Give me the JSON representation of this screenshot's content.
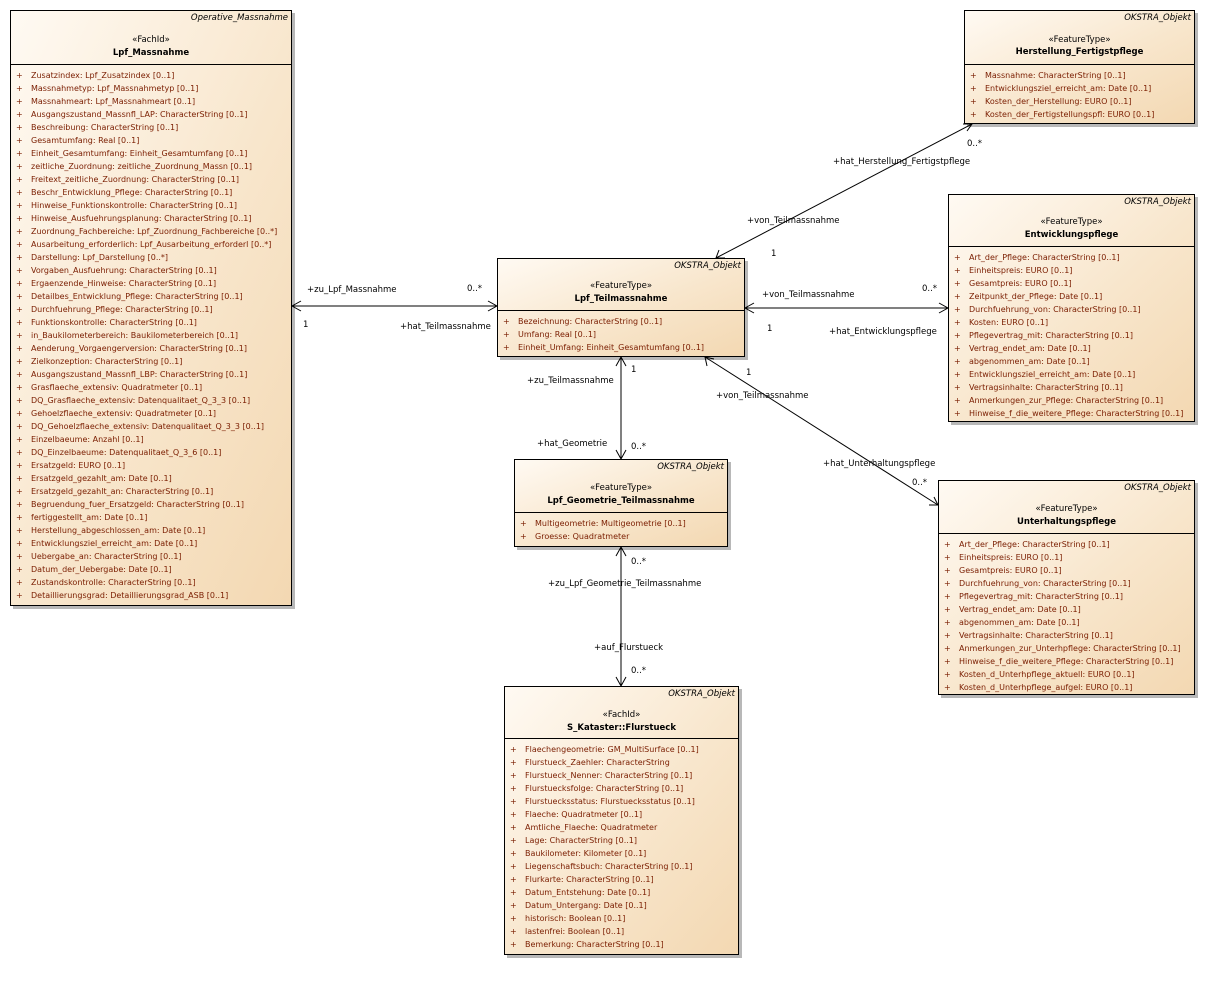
{
  "classes": {
    "lpf_massnahme": {
      "parent": "Operative_Massnahme",
      "stereotype": "«FachId»",
      "name": "Lpf_Massnahme",
      "attributes": [
        {
          "vis": "+",
          "text": "Zusatzindex: Lpf_Zusatzindex [0..1]"
        },
        {
          "vis": "+",
          "text": "Massnahmetyp: Lpf_Massnahmetyp [0..1]"
        },
        {
          "vis": "+",
          "text": "Massnahmeart: Lpf_Massnahmeart [0..1]"
        },
        {
          "vis": "+",
          "text": "Ausgangszustand_Massnfl_LAP: CharacterString [0..1]"
        },
        {
          "vis": "+",
          "text": "Beschreibung: CharacterString [0..1]"
        },
        {
          "vis": "+",
          "text": "Gesamtumfang: Real [0..1]"
        },
        {
          "vis": "+",
          "text": "Einheit_Gesamtumfang: Einheit_Gesamtumfang [0..1]"
        },
        {
          "vis": "+",
          "text": "zeitliche_Zuordnung: zeitliche_Zuordnung_Massn [0..1]"
        },
        {
          "vis": "+",
          "text": "Freitext_zeitliche_Zuordnung: CharacterString [0..1]"
        },
        {
          "vis": "+",
          "text": "Beschr_Entwicklung_Pflege: CharacterString [0..1]"
        },
        {
          "vis": "+",
          "text": "Hinweise_Funktionskontrolle: CharacterString [0..1]"
        },
        {
          "vis": "+",
          "text": "Hinweise_Ausfuehrungsplanung: CharacterString [0..1]"
        },
        {
          "vis": "+",
          "text": "Zuordnung_Fachbereiche: Lpf_Zuordnung_Fachbereiche [0..*]"
        },
        {
          "vis": "+",
          "text": "Ausarbeitung_erforderlich: Lpf_Ausarbeitung_erforderl [0..*]"
        },
        {
          "vis": "+",
          "text": "Darstellung: Lpf_Darstellung [0..*]"
        },
        {
          "vis": "+",
          "text": "Vorgaben_Ausfuehrung: CharacterString [0..1]"
        },
        {
          "vis": "+",
          "text": "Ergaenzende_Hinweise: CharacterString [0..1]"
        },
        {
          "vis": "+",
          "text": "Detailbes_Entwicklung_Pflege: CharacterString [0..1]"
        },
        {
          "vis": "+",
          "text": "Durchfuehrung_Pflege: CharacterString [0..1]"
        },
        {
          "vis": "+",
          "text": "Funktionskontrolle: CharacterString [0..1]"
        },
        {
          "vis": "+",
          "text": "in_Baukilometerbereich: Baukilometerbereich [0..1]"
        },
        {
          "vis": "+",
          "text": "Aenderung_Vorgaengerversion: CharacterString [0..1]"
        },
        {
          "vis": "+",
          "text": "Zielkonzeption: CharacterString [0..1]"
        },
        {
          "vis": "+",
          "text": "Ausgangszustand_Massnfl_LBP: CharacterString [0..1]"
        },
        {
          "vis": "+",
          "text": "Grasflaeche_extensiv: Quadratmeter [0..1]"
        },
        {
          "vis": "+",
          "text": "DQ_Grasflaeche_extensiv: Datenqualitaet_Q_3_3 [0..1]"
        },
        {
          "vis": "+",
          "text": "Gehoelzflaeche_extensiv: Quadratmeter [0..1]"
        },
        {
          "vis": "+",
          "text": "DQ_Gehoelzflaeche_extensiv: Datenqualitaet_Q_3_3 [0..1]"
        },
        {
          "vis": "+",
          "text": "Einzelbaeume: Anzahl [0..1]"
        },
        {
          "vis": "+",
          "text": "DQ_Einzelbaeume: Datenqualitaet_Q_3_6 [0..1]"
        },
        {
          "vis": "+",
          "text": "Ersatzgeld: EURO [0..1]"
        },
        {
          "vis": "+",
          "text": "Ersatzgeld_gezahlt_am: Date [0..1]"
        },
        {
          "vis": "+",
          "text": "Ersatzgeld_gezahlt_an: CharacterString [0..1]"
        },
        {
          "vis": "+",
          "text": "Begruendung_fuer_Ersatzgeld: CharacterString [0..1]"
        },
        {
          "vis": "+",
          "text": "fertiggestellt_am: Date [0..1]"
        },
        {
          "vis": "+",
          "text": "Herstellung_abgeschlossen_am: Date [0..1]"
        },
        {
          "vis": "+",
          "text": "Entwicklungsziel_erreicht_am: Date [0..1]"
        },
        {
          "vis": "+",
          "text": "Uebergabe_an: CharacterString [0..1]"
        },
        {
          "vis": "+",
          "text": "Datum_der_Uebergabe: Date [0..1]"
        },
        {
          "vis": "+",
          "text": "Zustandskontrolle: CharacterString [0..1]"
        },
        {
          "vis": "+",
          "text": "Detaillierungsgrad: Detaillierungsgrad_ASB [0..1]"
        }
      ]
    },
    "herstellung_fertigstpflege": {
      "parent": "OKSTRA_Objekt",
      "stereotype": "«FeatureType»",
      "name": "Herstellung_Fertigstpflege",
      "attributes": [
        {
          "vis": "+",
          "text": "Massnahme: CharacterString [0..1]"
        },
        {
          "vis": "+",
          "text": "Entwicklungsziel_erreicht_am: Date [0..1]"
        },
        {
          "vis": "+",
          "text": "Kosten_der_Herstellung: EURO [0..1]"
        },
        {
          "vis": "+",
          "text": "Kosten_der_Fertigstellungspfl: EURO [0..1]"
        }
      ]
    },
    "entwicklungspflege": {
      "parent": "OKSTRA_Objekt",
      "stereotype": "«FeatureType»",
      "name": "Entwicklungspflege",
      "attributes": [
        {
          "vis": "+",
          "text": "Art_der_Pflege: CharacterString [0..1]"
        },
        {
          "vis": "+",
          "text": "Einheitspreis: EURO [0..1]"
        },
        {
          "vis": "+",
          "text": "Gesamtpreis: EURO [0..1]"
        },
        {
          "vis": "+",
          "text": "Zeitpunkt_der_Pflege: Date [0..1]"
        },
        {
          "vis": "+",
          "text": "Durchfuehrung_von: CharacterString [0..1]"
        },
        {
          "vis": "+",
          "text": "Kosten: EURO [0..1]"
        },
        {
          "vis": "+",
          "text": "Pflegevertrag_mit: CharacterString [0..1]"
        },
        {
          "vis": "+",
          "text": "Vertrag_endet_am: Date [0..1]"
        },
        {
          "vis": "+",
          "text": "abgenommen_am: Date [0..1]"
        },
        {
          "vis": "+",
          "text": "Entwicklungsziel_erreicht_am: Date [0..1]"
        },
        {
          "vis": "+",
          "text": "Vertragsinhalte: CharacterString [0..1]"
        },
        {
          "vis": "+",
          "text": "Anmerkungen_zur_Pflege: CharacterString [0..1]"
        },
        {
          "vis": "+",
          "text": "Hinweise_f_die_weitere_Pflege: CharacterString [0..1]"
        }
      ]
    },
    "lpf_teilmassnahme": {
      "parent": "OKSTRA_Objekt",
      "stereotype": "«FeatureType»",
      "name": "Lpf_Teilmassnahme",
      "attributes": [
        {
          "vis": "+",
          "text": "Bezeichnung: CharacterString [0..1]"
        },
        {
          "vis": "+",
          "text": "Umfang: Real [0..1]"
        },
        {
          "vis": "+",
          "text": "Einheit_Umfang: Einheit_Gesamtumfang [0..1]"
        }
      ]
    },
    "lpf_geometrie_teilmassnahme": {
      "parent": "OKSTRA_Objekt",
      "stereotype": "«FeatureType»",
      "name": "Lpf_Geometrie_Teilmassnahme",
      "attributes": [
        {
          "vis": "+",
          "text": "Multigeometrie: Multigeometrie [0..1]"
        },
        {
          "vis": "+",
          "text": "Groesse: Quadratmeter"
        }
      ]
    },
    "unterhaltungspflege": {
      "parent": "OKSTRA_Objekt",
      "stereotype": "«FeatureType»",
      "name": "Unterhaltungspflege",
      "attributes": [
        {
          "vis": "+",
          "text": "Art_der_Pflege: CharacterString [0..1]"
        },
        {
          "vis": "+",
          "text": "Einheitspreis: EURO [0..1]"
        },
        {
          "vis": "+",
          "text": "Gesamtpreis: EURO [0..1]"
        },
        {
          "vis": "+",
          "text": "Durchfuehrung_von: CharacterString [0..1]"
        },
        {
          "vis": "+",
          "text": "Pflegevertrag_mit: CharacterString [0..1]"
        },
        {
          "vis": "+",
          "text": "Vertrag_endet_am: Date [0..1]"
        },
        {
          "vis": "+",
          "text": "abgenommen_am: Date [0..1]"
        },
        {
          "vis": "+",
          "text": "Vertragsinhalte: CharacterString [0..1]"
        },
        {
          "vis": "+",
          "text": "Anmerkungen_zur_Unterhpflege: CharacterString [0..1]"
        },
        {
          "vis": "+",
          "text": "Hinweise_f_die_weitere_Pflege: CharacterString [0..1]"
        },
        {
          "vis": "+",
          "text": "Kosten_d_Unterhpflege_aktuell: EURO [0..1]"
        },
        {
          "vis": "+",
          "text": "Kosten_d_Unterhpflege_aufgel: EURO [0..1]"
        }
      ]
    },
    "s_kataster_flurstueck": {
      "parent": "OKSTRA_Objekt",
      "stereotype": "«FachId»",
      "name": "S_Kataster::Flurstueck",
      "attributes": [
        {
          "vis": "+",
          "text": "Flaechengeometrie: GM_MultiSurface [0..1]"
        },
        {
          "vis": "+",
          "text": "Flurstueck_Zaehler: CharacterString"
        },
        {
          "vis": "+",
          "text": "Flurstueck_Nenner: CharacterString [0..1]"
        },
        {
          "vis": "+",
          "text": "Flurstuecksfolge: CharacterString [0..1]"
        },
        {
          "vis": "+",
          "text": "Flurstuecksstatus: Flurstuecksstatus [0..1]"
        },
        {
          "vis": "+",
          "text": "Flaeche: Quadratmeter [0..1]"
        },
        {
          "vis": "+",
          "text": "Amtliche_Flaeche: Quadratmeter"
        },
        {
          "vis": "+",
          "text": "Lage: CharacterString [0..1]"
        },
        {
          "vis": "+",
          "text": "Baukilometer: Kilometer [0..1]"
        },
        {
          "vis": "+",
          "text": "Liegenschaftsbuch: CharacterString [0..1]"
        },
        {
          "vis": "+",
          "text": "Flurkarte: CharacterString [0..1]"
        },
        {
          "vis": "+",
          "text": "Datum_Entstehung: Date [0..1]"
        },
        {
          "vis": "+",
          "text": "Datum_Untergang: Date [0..1]"
        },
        {
          "vis": "+",
          "text": "historisch: Boolean [0..1]"
        },
        {
          "vis": "+",
          "text": "lastenfrei: Boolean [0..1]"
        },
        {
          "vis": "+",
          "text": "Bemerkung: CharacterString [0..1]"
        }
      ]
    }
  },
  "associations": {
    "massnahme_teil": {
      "role_source": "+zu_Lpf_Massnahme",
      "mult_source": "1",
      "role_target": "+hat_Teilmassnahme",
      "mult_target": "0..*"
    },
    "teil_herstellung": {
      "role_source": "+von_Teilmassnahme",
      "mult_source": "1",
      "role_target": "+hat_Herstellung_Fertigstpflege",
      "mult_target": "0..*"
    },
    "teil_entwicklung": {
      "role_source": "+von_Teilmassnahme",
      "mult_source": "1",
      "role_target": "+hat_Entwicklungspflege",
      "mult_target": "0..*"
    },
    "teil_unterhaltung": {
      "role_source": "+von_Teilmassnahme",
      "mult_source": "1",
      "role_target": "+hat_Unterhaltungspflege",
      "mult_target": "0..*"
    },
    "teil_geometrie": {
      "role_source": "+zu_Teilmassnahme",
      "mult_source": "1",
      "role_target": "+hat_Geometrie",
      "mult_target": "0..*"
    },
    "geometrie_flurstueck": {
      "role_source": "+zu_Lpf_Geometrie_Teilmassnahme",
      "mult_source": "0..*",
      "role_target": "+auf_Flurstueck",
      "mult_target": "0..*"
    }
  }
}
